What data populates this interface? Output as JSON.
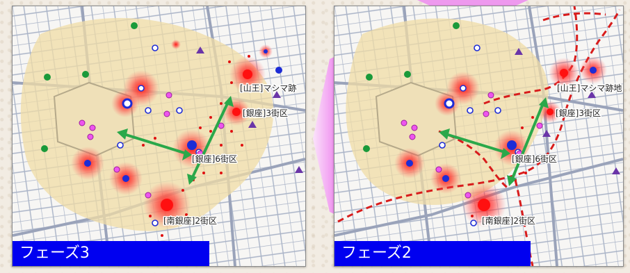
{
  "panels": [
    {
      "phase_label": "フェーズ3",
      "labels": {
        "sanno": "[山王]マシマ跡",
        "ginza3": "[銀座]3街区",
        "ginza6": "[銀座]6街区",
        "minami_ginza2": "[南銀座]2街区"
      }
    },
    {
      "phase_label": "フェーズ2",
      "labels": {
        "sanno": "[山王]マシマ跡地",
        "ginza3": "[銀座]3街区",
        "ginza6": "[銀座]6街区",
        "minami_ginza2": "[南銀座]2街区"
      }
    }
  ],
  "colors": {
    "phase_bg": "#0000f0",
    "arrow": "#2aa84a",
    "hotspot": "#ff2020",
    "walk_area": "#f3dfaa",
    "boundary_dashed": "#d81c1c",
    "connector": "#ee88ee"
  },
  "icons": [
    "green-circle-marker",
    "blue-ring-marker",
    "magenta-circle-marker",
    "purple-triangle-marker",
    "red-hotspot-marker",
    "blue-dot-marker"
  ]
}
